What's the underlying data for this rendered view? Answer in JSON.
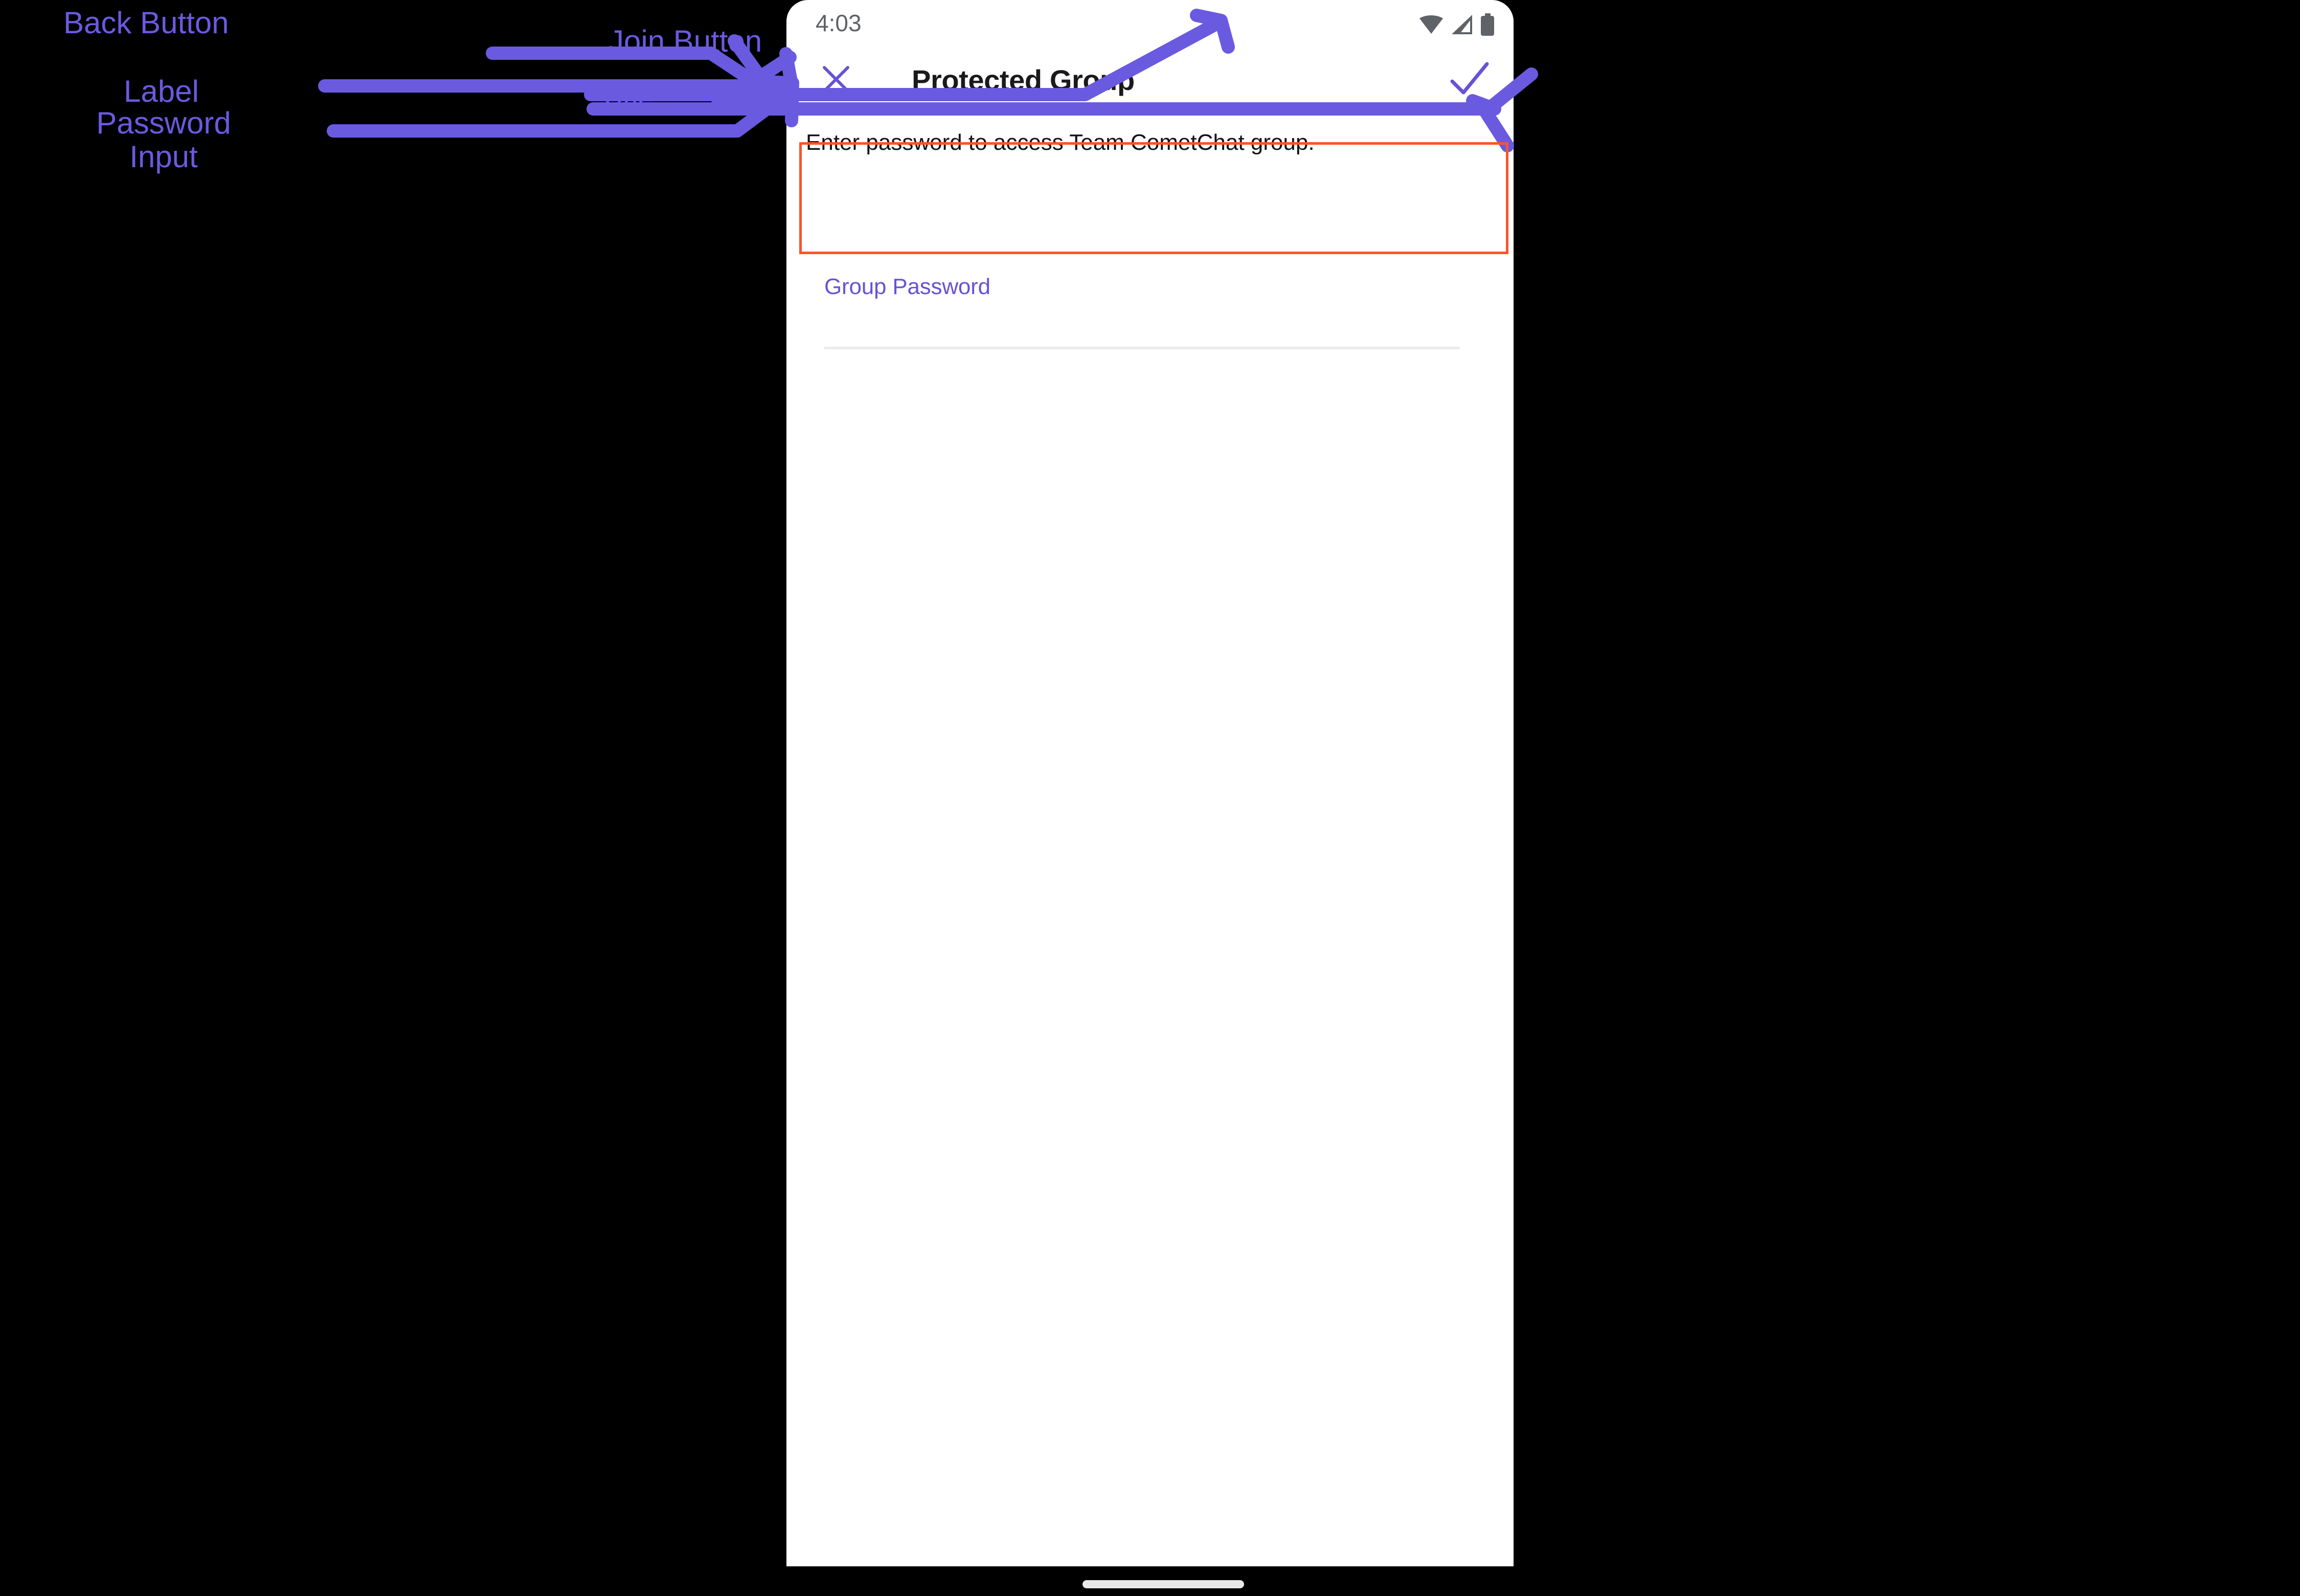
{
  "phone": {
    "status_bar": {
      "time": "4:03",
      "icons": [
        "wifi-icon",
        "signal-icon",
        "battery-icon"
      ]
    },
    "app_bar": {
      "close_icon": "close-x-icon",
      "title": "Protected Group",
      "join_icon": "check-icon"
    },
    "body": {
      "description": "Enter password to access Team CometChat group.",
      "password_field": {
        "label": "Group Password",
        "value": "",
        "placeholder": ""
      }
    },
    "home_indicator": "home-indicator"
  },
  "annotations": {
    "back_button": "Back Button",
    "label": "Label",
    "password_input": "Password\nInput",
    "join_button": "Join Button",
    "title": "Title"
  },
  "colors": {
    "annotation_purple": "#6A5AE0",
    "accent_purple": "#6852D6",
    "highlight_red": "#F9552B",
    "background": "#000000",
    "phone_surface": "#FFFFFF",
    "status_icon_gray": "#5F6368",
    "divider_gray": "#ECECEE"
  }
}
